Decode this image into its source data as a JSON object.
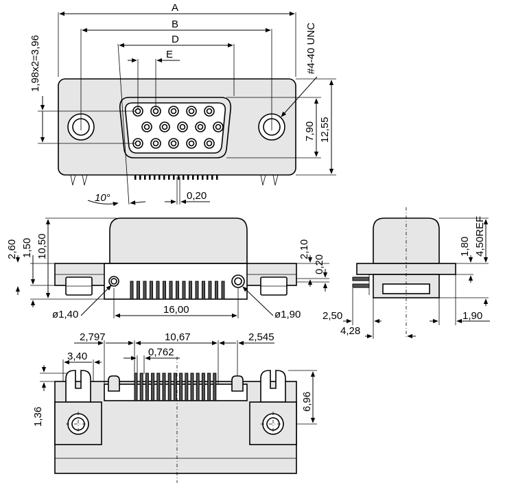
{
  "front_view": {
    "dim_a": "A",
    "dim_b": "B",
    "dim_d": "D",
    "dim_e": "E",
    "thread": "#4-40 UNC",
    "row_pitch": "1,98x2=3,96",
    "height_790": "7,90",
    "height_1255": "12,55",
    "angle": "10°",
    "gap_020": "0,20"
  },
  "side_view": {
    "d260": "2,60",
    "d150": "1,50",
    "d1050": "10,50",
    "d210": "2,10",
    "d020": "0,20",
    "hole_small": "ø1,40",
    "hole_large": "ø1,90",
    "span_1600": "16,00"
  },
  "end_view": {
    "d180": "1,80",
    "d450ref": "4,50REF",
    "d250": "2,50",
    "d428": "4,28",
    "d190": "1,90"
  },
  "bottom_view": {
    "d2797": "2,797",
    "d1067": "10,67",
    "d2545": "2,545",
    "d340": "3,40",
    "d0762": "0,762",
    "d136": "1,36",
    "d696": "6,96"
  }
}
